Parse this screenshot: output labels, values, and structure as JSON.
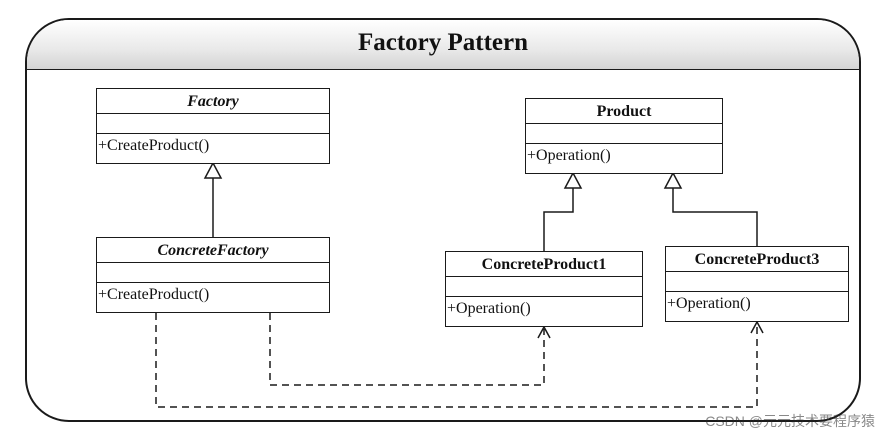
{
  "diagram": {
    "title": "Factory Pattern",
    "classes": {
      "factory": {
        "name": "Factory",
        "abstract": true,
        "operation": "+CreateProduct()"
      },
      "concrete_factory": {
        "name": "ConcreteFactory",
        "abstract": true,
        "operation": "+CreateProduct()"
      },
      "product": {
        "name": "Product",
        "abstract": false,
        "operation": "+Operation()"
      },
      "concrete_product1": {
        "name": "ConcreteProduct1",
        "abstract": false,
        "operation": "+Operation()"
      },
      "concrete_product3": {
        "name": "ConcreteProduct3",
        "abstract": false,
        "operation": "+Operation()"
      }
    },
    "relations": [
      {
        "type": "generalization",
        "from": "ConcreteFactory",
        "to": "Factory"
      },
      {
        "type": "generalization",
        "from": "ConcreteProduct1",
        "to": "Product"
      },
      {
        "type": "generalization",
        "from": "ConcreteProduct3",
        "to": "Product"
      },
      {
        "type": "dependency",
        "from": "ConcreteFactory",
        "to": "ConcreteProduct1"
      },
      {
        "type": "dependency",
        "from": "ConcreteFactory",
        "to": "ConcreteProduct3"
      }
    ],
    "watermark": "CSDN @元元技术要程序猿"
  }
}
